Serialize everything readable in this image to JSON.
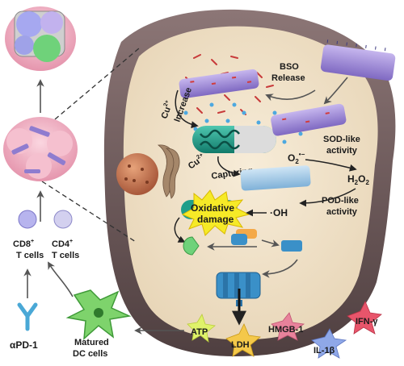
{
  "labels": {
    "bso": "BSO",
    "release": "Release",
    "cu_top": "Cu",
    "cu_top_sup": "2+",
    "increase": "Increase",
    "cu_mid": "Cu",
    "cu_mid_sup": "2+",
    "capturing": "Capturing",
    "superoxide": "O",
    "superoxide_sub": "2",
    "superoxide_sup": "•−",
    "sod": "SOD-like",
    "activity_1": "activity",
    "h2o2_h": "H",
    "h2o2_sub1": "2",
    "h2o2_o": "O",
    "h2o2_sub2": "2",
    "pod": "POD-like",
    "activity_2": "activity",
    "oh": "·OH",
    "oxidative": "Oxidative",
    "damage": "damage",
    "cd8": "CD8",
    "cd8_sup": "+",
    "cd4": "CD4",
    "cd4_sup": "+",
    "tcells_1": "T cells",
    "tcells_2": "T cells",
    "apd1": "αPD-1",
    "matured": "Matured",
    "dc_cells": "DC cells",
    "atp": "ATP",
    "ldh": "LDH",
    "hmgb1": "HMGB-1",
    "ifn": "IFN-γ",
    "il1b": "IL-1β"
  },
  "colors": {
    "cytoplasm": "#f3e6cf",
    "membrane": "#6e5a5a",
    "tumor": "#f2b7c8",
    "nanorod": "#a68fd8",
    "nanorod_reduced": "#9ec6e6",
    "capsule": "#1f9e8a",
    "burst": "#f6ea27",
    "channel": "#3a90c8",
    "dc_cell": "#7ed36c",
    "atp_star": "#dff26a",
    "ldh_star": "#f4c84a",
    "hmgb_star": "#e8829b",
    "ifn_star": "#e8556b",
    "il_star": "#8fa8e8"
  }
}
